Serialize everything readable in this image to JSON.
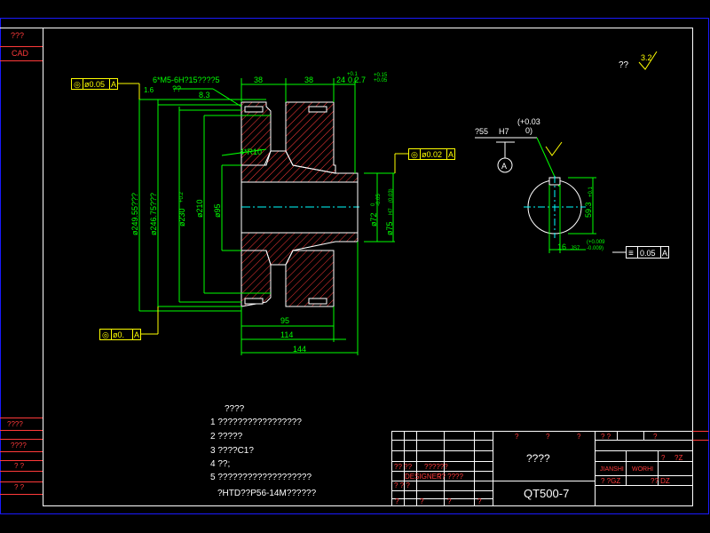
{
  "colors": {
    "background": "#000000",
    "border_blue": "#1a1aff",
    "geometry_white": "#ffffff",
    "section_red": "#ff3a3a",
    "dimension_green": "#00ff00",
    "annotation_yellow": "#ffff00",
    "centerline_cyan": "#00ffff",
    "text_white": "#ffffff"
  },
  "left_strip": {
    "top_label": "???",
    "cad_label": "CAD",
    "label_a": "????",
    "label_b": "????",
    "label_c": "?  ?",
    "label_d": "?  ?"
  },
  "dimensions": {
    "top_note": "6*M5-6H?15????5",
    "top_note_sub": "??",
    "dim_38_a": "38",
    "dim_38_b": "38",
    "dim_24": "24",
    "dim_27": "0.2.7",
    "dim_27_tol_upper": "+0.15",
    "dim_27_tol_lower": "+0.05",
    "dim_24_tol": "+0.1",
    "dim_83": "8.3",
    "dim_16": "1.6",
    "dia_249": "ø249.55???",
    "dia_246": "ø246.75???",
    "dia_230": "ø230",
    "dia_230_tol": "+0.2",
    "dia_210": "ø210",
    "dia_95": "ø95",
    "r10": "4*R10",
    "dia_72": "ø72",
    "dia_72_tol_a": "0",
    "dia_72_tol_b": "-0.05",
    "dia_75": "ø75",
    "dia_75_h7": "H7",
    "dia_75_tol": "(0.03)",
    "dim_95": "95",
    "dim_114": "114",
    "dim_144": "144"
  },
  "tolerance_frames": {
    "frame_top_left": {
      "symbol": "◎",
      "value": "ø0.05",
      "datum": "A"
    },
    "frame_right": {
      "symbol": "◎",
      "value": "ø0.02",
      "datum": "A"
    },
    "frame_bottom_left": {
      "symbol": "◎",
      "value": "ø0.",
      "datum": "A"
    },
    "frame_keyway": {
      "symbol": "≡",
      "value": "0.05",
      "datum": "A"
    }
  },
  "roughness_note": {
    "prefix": "??",
    "value": "3.2"
  },
  "keyway": {
    "bore_label": "?55",
    "bore_fit": "H7",
    "bore_tol_upper": "(+0.03",
    "bore_tol_lower": "0)",
    "datum": "A",
    "depth_label": "59.3",
    "depth_tol": "+0.1",
    "width_label": "16",
    "width_fit": "JS7",
    "width_tol_upper": "(+0.009",
    "width_tol_lower": "-0.009)"
  },
  "tech_notes": {
    "heading": "????",
    "line1": "1  ?????????????????",
    "line2": "2  ?????",
    "line3": "3  ????C1?",
    "line4": "4  ??;",
    "line5": "5  ???????????????????",
    "line6": "?HTD??P56-14M??????"
  },
  "title_block": {
    "part_title": "????",
    "material": "QT500-7",
    "designer_label": "DESIGNER",
    "designer_extra": "?? ????",
    "row_labels": [
      "?? ??",
      "??????",
      "? ? ?"
    ],
    "right_header": [
      "?",
      "?",
      "?",
      "? ?",
      "?"
    ],
    "right_mid_a": "JIANSHI",
    "right_mid_b": "WORHI",
    "right_mid_c": "?",
    "right_mid_d": "?Z",
    "right_low_a": "? ?GZ",
    "right_low_b": "?? DZ",
    "signature_cells": [
      "?",
      "?",
      "?",
      "?"
    ]
  }
}
